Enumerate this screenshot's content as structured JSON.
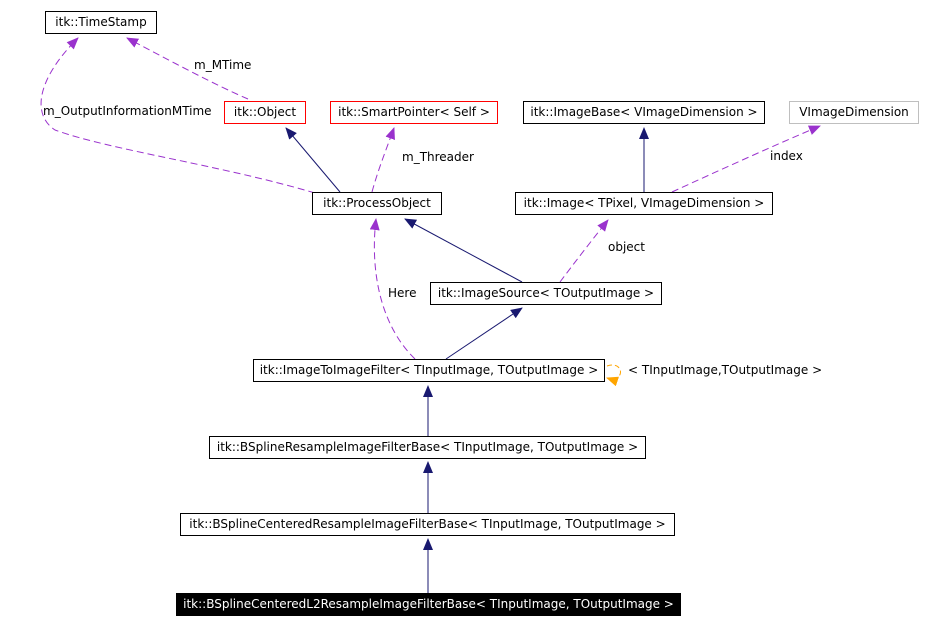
{
  "nodes": {
    "timestamp": "itk::TimeStamp",
    "object": "itk::Object",
    "smartpointer": "itk::SmartPointer< Self >",
    "imagebase": "itk::ImageBase< VImageDimension >",
    "vimagedimension": "VImageDimension",
    "processobject": "itk::ProcessObject",
    "image": "itk::Image< TPixel, VImageDimension >",
    "imagesource": "itk::ImageSource< TOutputImage >",
    "imagetoimagefilter": "itk::ImageToImageFilter< TInputImage, TOutputImage >",
    "bsplineresamplebase": "itk::BSplineResampleImageFilterBase< TInputImage, TOutputImage >",
    "bsplinecenteredbase": "itk::BSplineCenteredResampleImageFilterBase< TInputImage, TOutputImage >",
    "bsplinecenteredl2base": "itk::BSplineCenteredL2ResampleImageFilterBase< TInputImage, TOutputImage >"
  },
  "edge_labels": {
    "m_mtime": "m_MTime",
    "m_outputinformationmtime": "m_OutputInformationMTime",
    "m_threader": "m_Threader",
    "index": "index",
    "object": "object",
    "here": "Here",
    "template": "< TInputImage,TOutputImage >"
  },
  "colors": {
    "inheritance": "#191970",
    "usage": "#9a32cd",
    "template": "#ffa500",
    "highlight_fill": "#000000",
    "red_border": "#ff0000",
    "grey_border": "#bfbfbf"
  }
}
